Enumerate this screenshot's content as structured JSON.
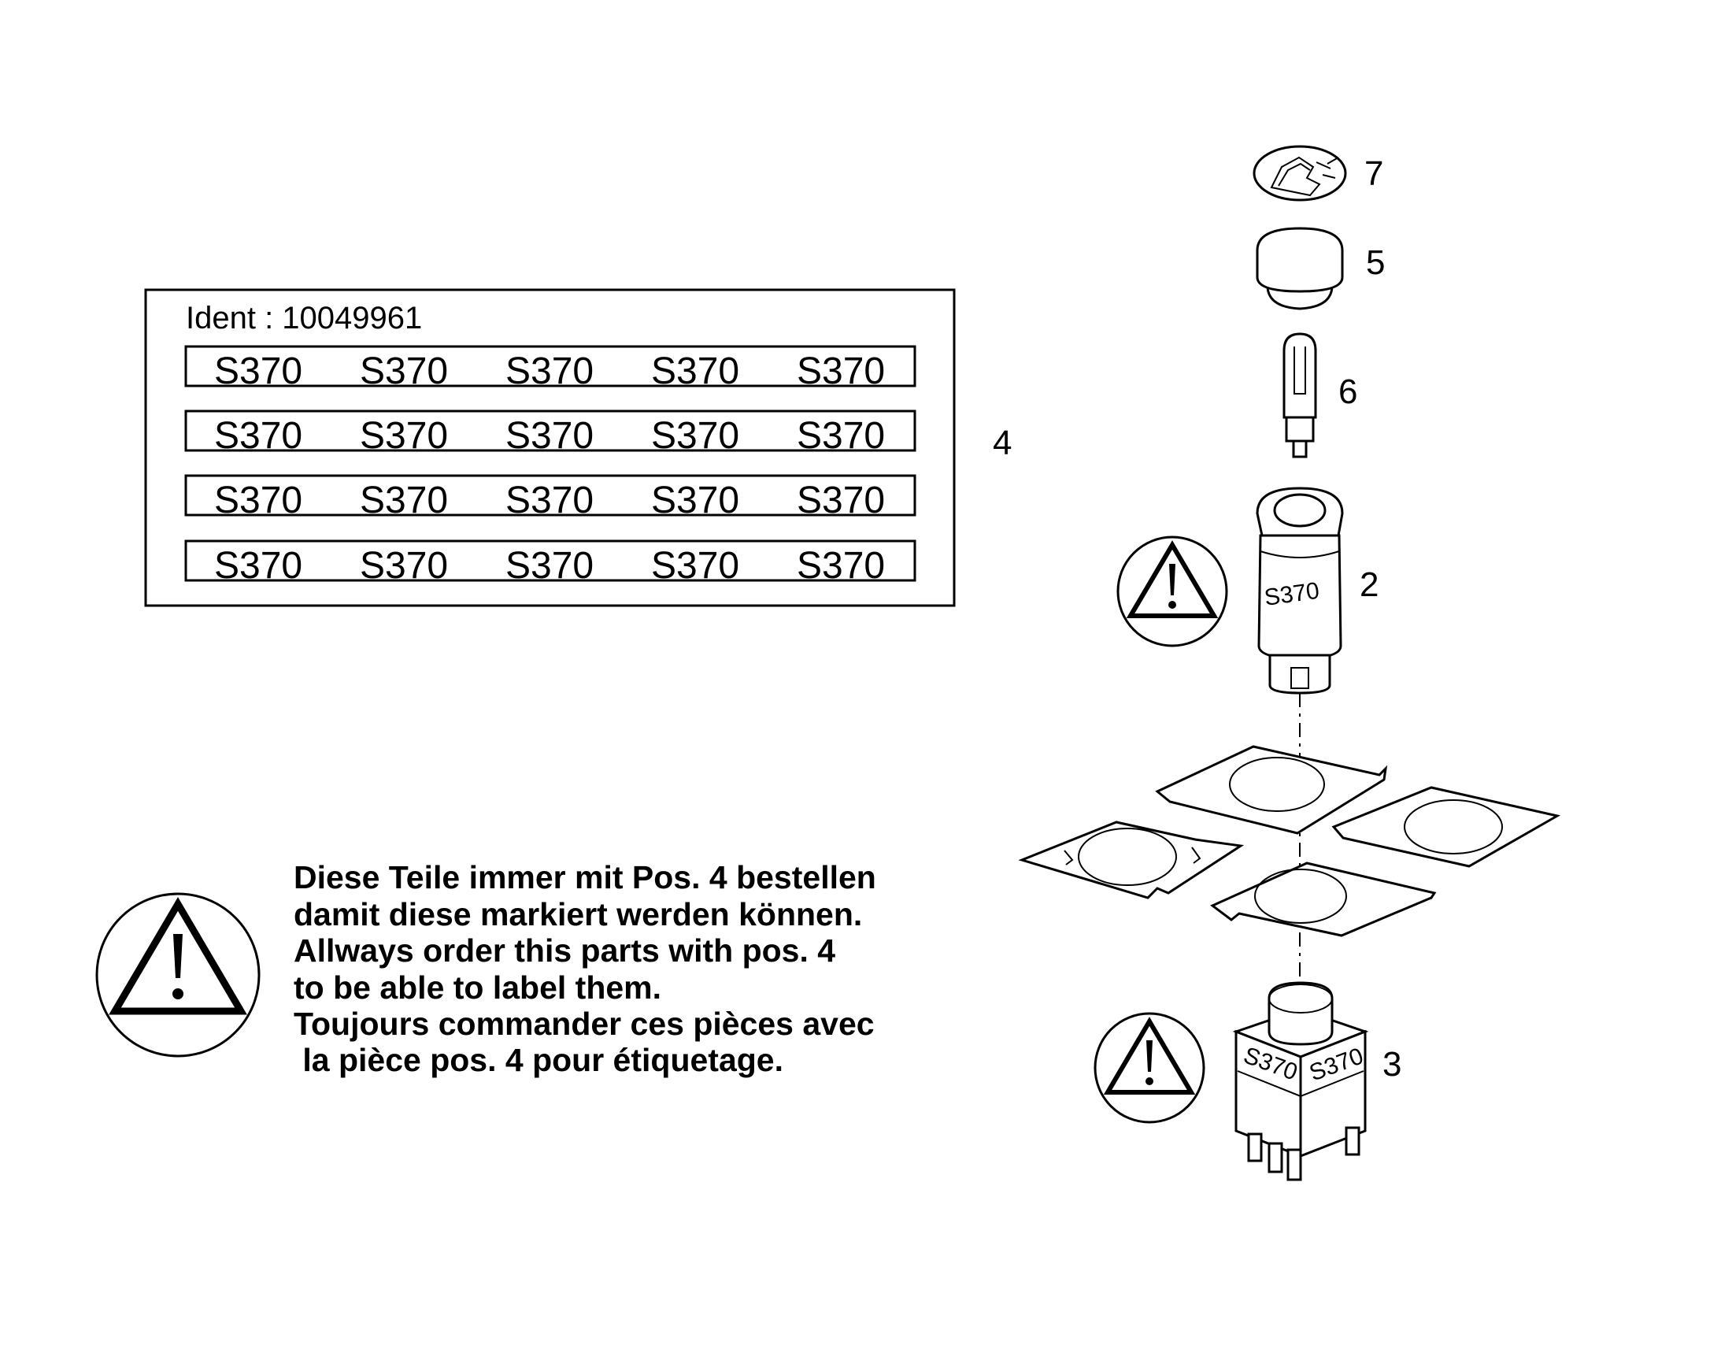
{
  "label_sheet": {
    "ident": "Ident : 10049961",
    "rows": [
      [
        "S370",
        "S370",
        "S370",
        "S370",
        "S370"
      ],
      [
        "S370",
        "S370",
        "S370",
        "S370",
        "S370"
      ],
      [
        "S370",
        "S370",
        "S370",
        "S370",
        "S370"
      ],
      [
        "S370",
        "S370",
        "S370",
        "S370",
        "S370"
      ]
    ]
  },
  "callouts": {
    "pos2": "2",
    "pos3": "3",
    "pos4": "4",
    "pos5": "5",
    "pos6": "6",
    "pos7": "7"
  },
  "part_markings": {
    "switch_body": "S370",
    "block_left": "S370",
    "block_right": "S370"
  },
  "note": {
    "lines": [
      "Diese Teile immer mit Pos. 4 bestellen",
      "damit diese markiert werden können.",
      "Allways order this parts with pos. 4",
      "to be able to label them.",
      "Toujours commander ces pièces avec",
      " la pièce pos. 4 pour étiquetage."
    ]
  },
  "icons": {
    "warning": "warning-triangle-icon"
  }
}
